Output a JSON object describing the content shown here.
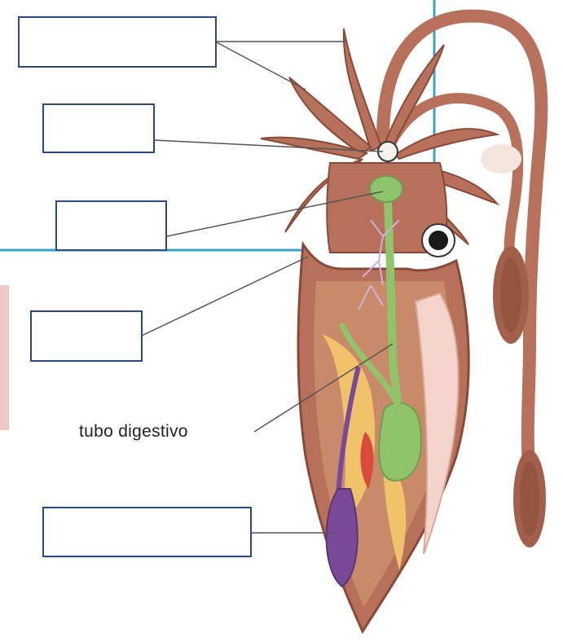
{
  "diagram": {
    "subject": "squid-anatomy",
    "visible_caption": "tubo digestivo",
    "blank_labels": [
      {
        "id": "label-tentacles-arms",
        "text": ""
      },
      {
        "id": "label-mouth-beak",
        "text": ""
      },
      {
        "id": "label-ganglion",
        "text": ""
      },
      {
        "id": "label-mantle",
        "text": ""
      },
      {
        "id": "label-ink-sac",
        "text": ""
      }
    ]
  },
  "colors": {
    "body": "#b7715a",
    "body_dark": "#8a4a38",
    "body_light": "#d89a80",
    "inner_flesh": "#c98a6a",
    "digestive": "#8fc46a",
    "ink_sac": "#7a4a9a",
    "gland_yellow": "#f0c36a",
    "nerve": "#cdb2e0",
    "guide_line": "#3aa3c9",
    "box_border": "#2a4a86"
  }
}
